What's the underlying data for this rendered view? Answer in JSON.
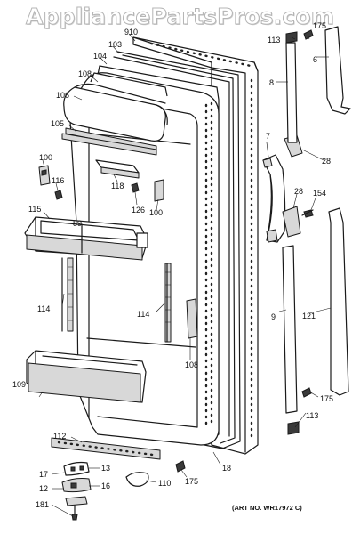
{
  "watermark": "AppliancePartsPros.com",
  "art_number": "(ART NO. WR17972 C)",
  "callouts": [
    {
      "id": "c-910",
      "text": "910"
    },
    {
      "id": "c-103",
      "text": "103"
    },
    {
      "id": "c-104",
      "text": "104"
    },
    {
      "id": "c-108a",
      "text": "108"
    },
    {
      "id": "c-106",
      "text": "106"
    },
    {
      "id": "c-105",
      "text": "105"
    },
    {
      "id": "c-100a",
      "text": "100"
    },
    {
      "id": "c-116",
      "text": "116"
    },
    {
      "id": "c-115",
      "text": "115"
    },
    {
      "id": "c-89",
      "text": "89"
    },
    {
      "id": "c-118",
      "text": "118"
    },
    {
      "id": "c-126",
      "text": "126"
    },
    {
      "id": "c-100b",
      "text": "100"
    },
    {
      "id": "c-114a",
      "text": "114"
    },
    {
      "id": "c-114b",
      "text": "114"
    },
    {
      "id": "c-108b",
      "text": "108"
    },
    {
      "id": "c-109",
      "text": "109"
    },
    {
      "id": "c-112",
      "text": "112"
    },
    {
      "id": "c-13",
      "text": "13"
    },
    {
      "id": "c-17",
      "text": "17"
    },
    {
      "id": "c-16",
      "text": "16"
    },
    {
      "id": "c-12",
      "text": "12"
    },
    {
      "id": "c-181",
      "text": "181"
    },
    {
      "id": "c-110",
      "text": "110"
    },
    {
      "id": "c-175a",
      "text": "175"
    },
    {
      "id": "c-18",
      "text": "18"
    },
    {
      "id": "c-113a",
      "text": "113"
    },
    {
      "id": "c-175b",
      "text": "175"
    },
    {
      "id": "c-6",
      "text": "6"
    },
    {
      "id": "c-8",
      "text": "8"
    },
    {
      "id": "c-7",
      "text": "7"
    },
    {
      "id": "c-28a",
      "text": "28"
    },
    {
      "id": "c-28b",
      "text": "28"
    },
    {
      "id": "c-154",
      "text": "154"
    },
    {
      "id": "c-9",
      "text": "9"
    },
    {
      "id": "c-121",
      "text": "121"
    },
    {
      "id": "c-175c",
      "text": "175"
    },
    {
      "id": "c-113b",
      "text": "113"
    }
  ]
}
